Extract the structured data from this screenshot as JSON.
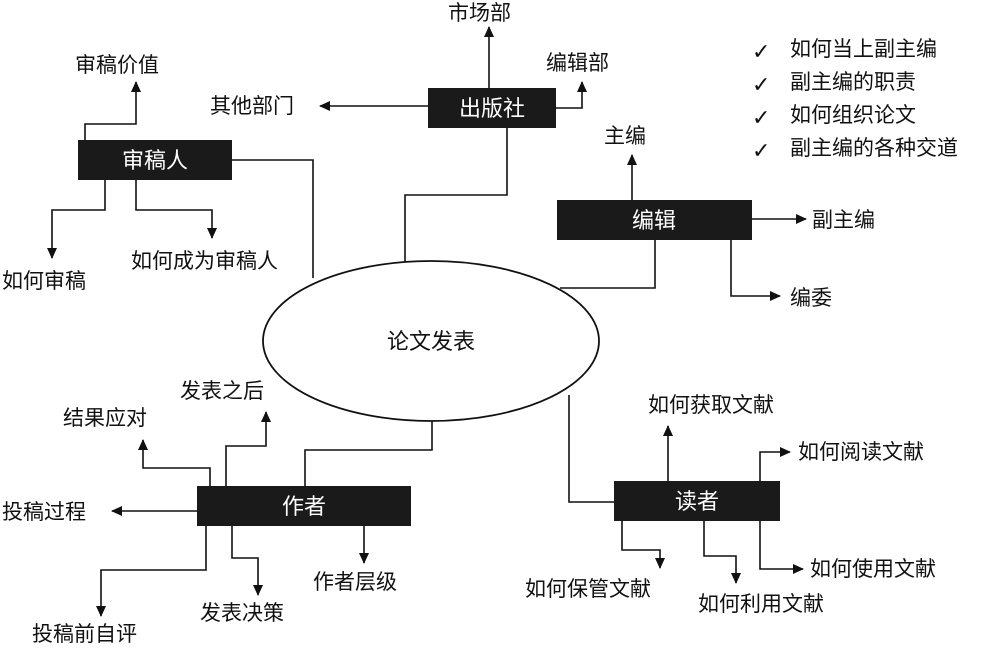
{
  "center": "论文发表",
  "nodes": {
    "reviewer": "审稿人",
    "publisher": "出版社",
    "editor": "编辑",
    "author": "作者",
    "reader": "读者"
  },
  "reviewer_items": [
    "审稿价值",
    "如何审稿",
    "如何成为审稿人"
  ],
  "publisher_items": [
    "市场部",
    "编辑部",
    "其他部门"
  ],
  "editor_items": [
    "主编",
    "副主编",
    "编委"
  ],
  "author_items": [
    "发表之后",
    "结果应对",
    "投稿过程",
    "投稿前自评",
    "发表决策",
    "作者层级"
  ],
  "reader_items": [
    "如何获取文献",
    "如何阅读文献",
    "如何使用文献",
    "如何利用文献",
    "如何保管文献"
  ],
  "checklist": [
    "如何当上副主编",
    "副主编的职责",
    "如何组织论文",
    "副主编的各种交道"
  ],
  "check_mark": "✓"
}
